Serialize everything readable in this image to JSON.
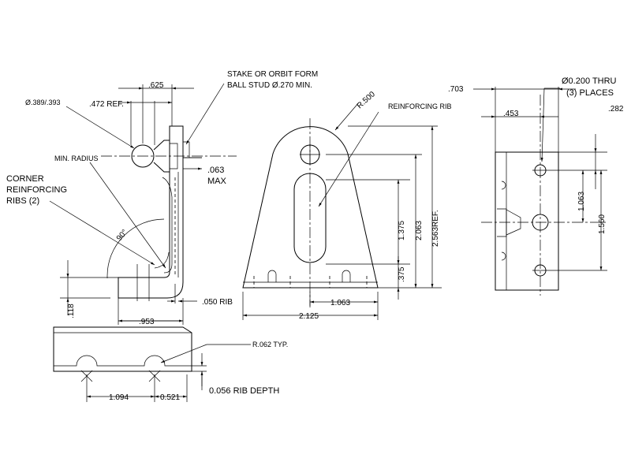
{
  "labels": {
    "dim_625": ".625",
    "dim_472": ".472 REF.",
    "dim_389": "Ø.389/.393",
    "stake_1": "STAKE OR ORBIT FORM",
    "stake_2": "BALL STUD Ø.270 MIN.",
    "min_radius": "MIN. RADIUS",
    "dim_063_a": ".063",
    "dim_063_b": "MAX",
    "corner_1": "CORNER",
    "corner_2": "REINFORCING",
    "corner_3": "RIBS (2)",
    "angle_90": "90°",
    "dim_118": ".118",
    "dim_050": ".050 RIB",
    "dim_953": ".953",
    "r500": "R.500",
    "reinforcing_rib": "REINFORCING RIB",
    "dim_1375": "1.375",
    "dim_2063": "2.063",
    "dim_2563": "2.563REF.",
    "dim_375": ".375",
    "dim_1063_h": "1.063",
    "dim_2125": "2.125",
    "dim_703": ".703",
    "dim_453": ".453",
    "hole_1": "Ø0.200 THRU",
    "hole_2": "(3) PLACES",
    "dim_282": ".282",
    "dim_1063_v": "1.063",
    "dim_1560": "1.560",
    "r062": "R.062 TYP.",
    "dim_1094": "1.094",
    "dim_0521": "0.521",
    "rib_depth": "0.056 RIB DEPTH"
  }
}
